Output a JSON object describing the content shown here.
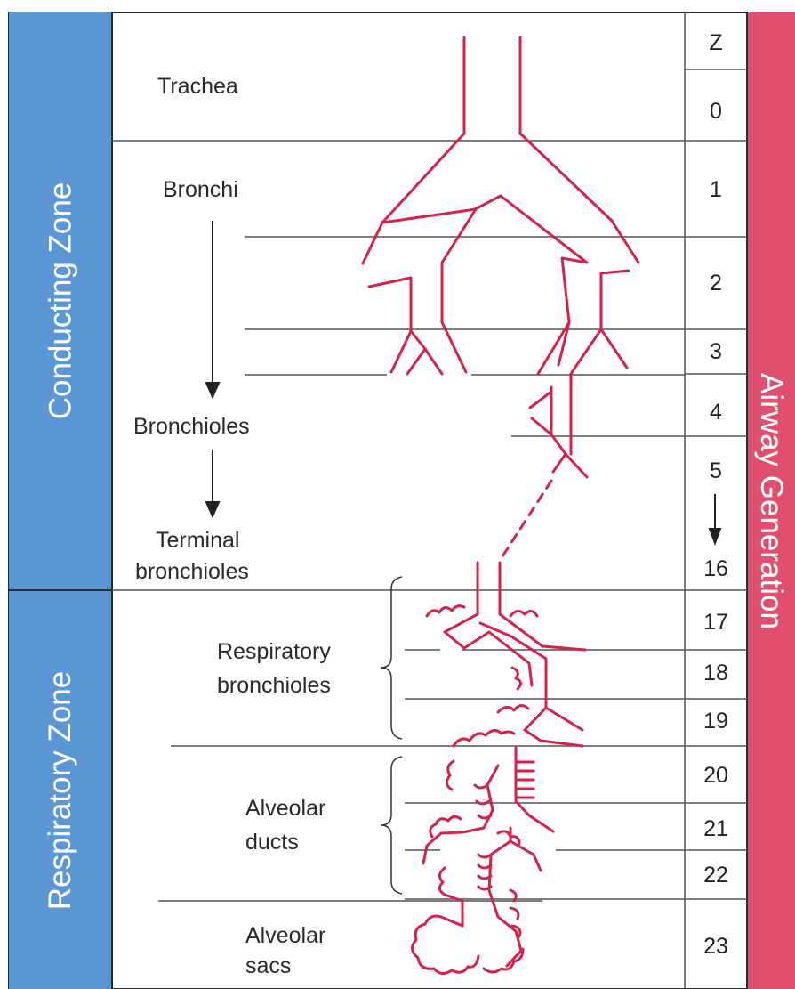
{
  "colors": {
    "conducting_zone_bg": "#5b97d5",
    "respiratory_zone_bg": "#5b97d5",
    "airway_generation_bg": "#e04f6e",
    "airway_stroke": "#d4234a",
    "line_color": "#555555"
  },
  "zones": {
    "conducting": "Conducting Zone",
    "respiratory": "Respiratory Zone"
  },
  "airway_generation_label": "Airway Generation",
  "structures": {
    "trachea": "Trachea",
    "bronchi": "Bronchi",
    "bronchioles": "Bronchioles",
    "terminal_line1": "Terminal",
    "terminal_line2": "bronchioles",
    "resp_line1": "Respiratory",
    "resp_line2": "bronchioles",
    "alv_ducts_line1": "Alveolar",
    "alv_ducts_line2": "ducts",
    "alv_sacs_line1": "Alveolar",
    "alv_sacs_line2": "sacs"
  },
  "generation_header": "Z",
  "generations": {
    "g0": "0",
    "g1": "1",
    "g2": "2",
    "g3": "3",
    "g4": "4",
    "g5": "5",
    "g16": "16",
    "g17": "17",
    "g18": "18",
    "g19": "19",
    "g20": "20",
    "g21": "21",
    "g22": "22",
    "g23": "23"
  }
}
